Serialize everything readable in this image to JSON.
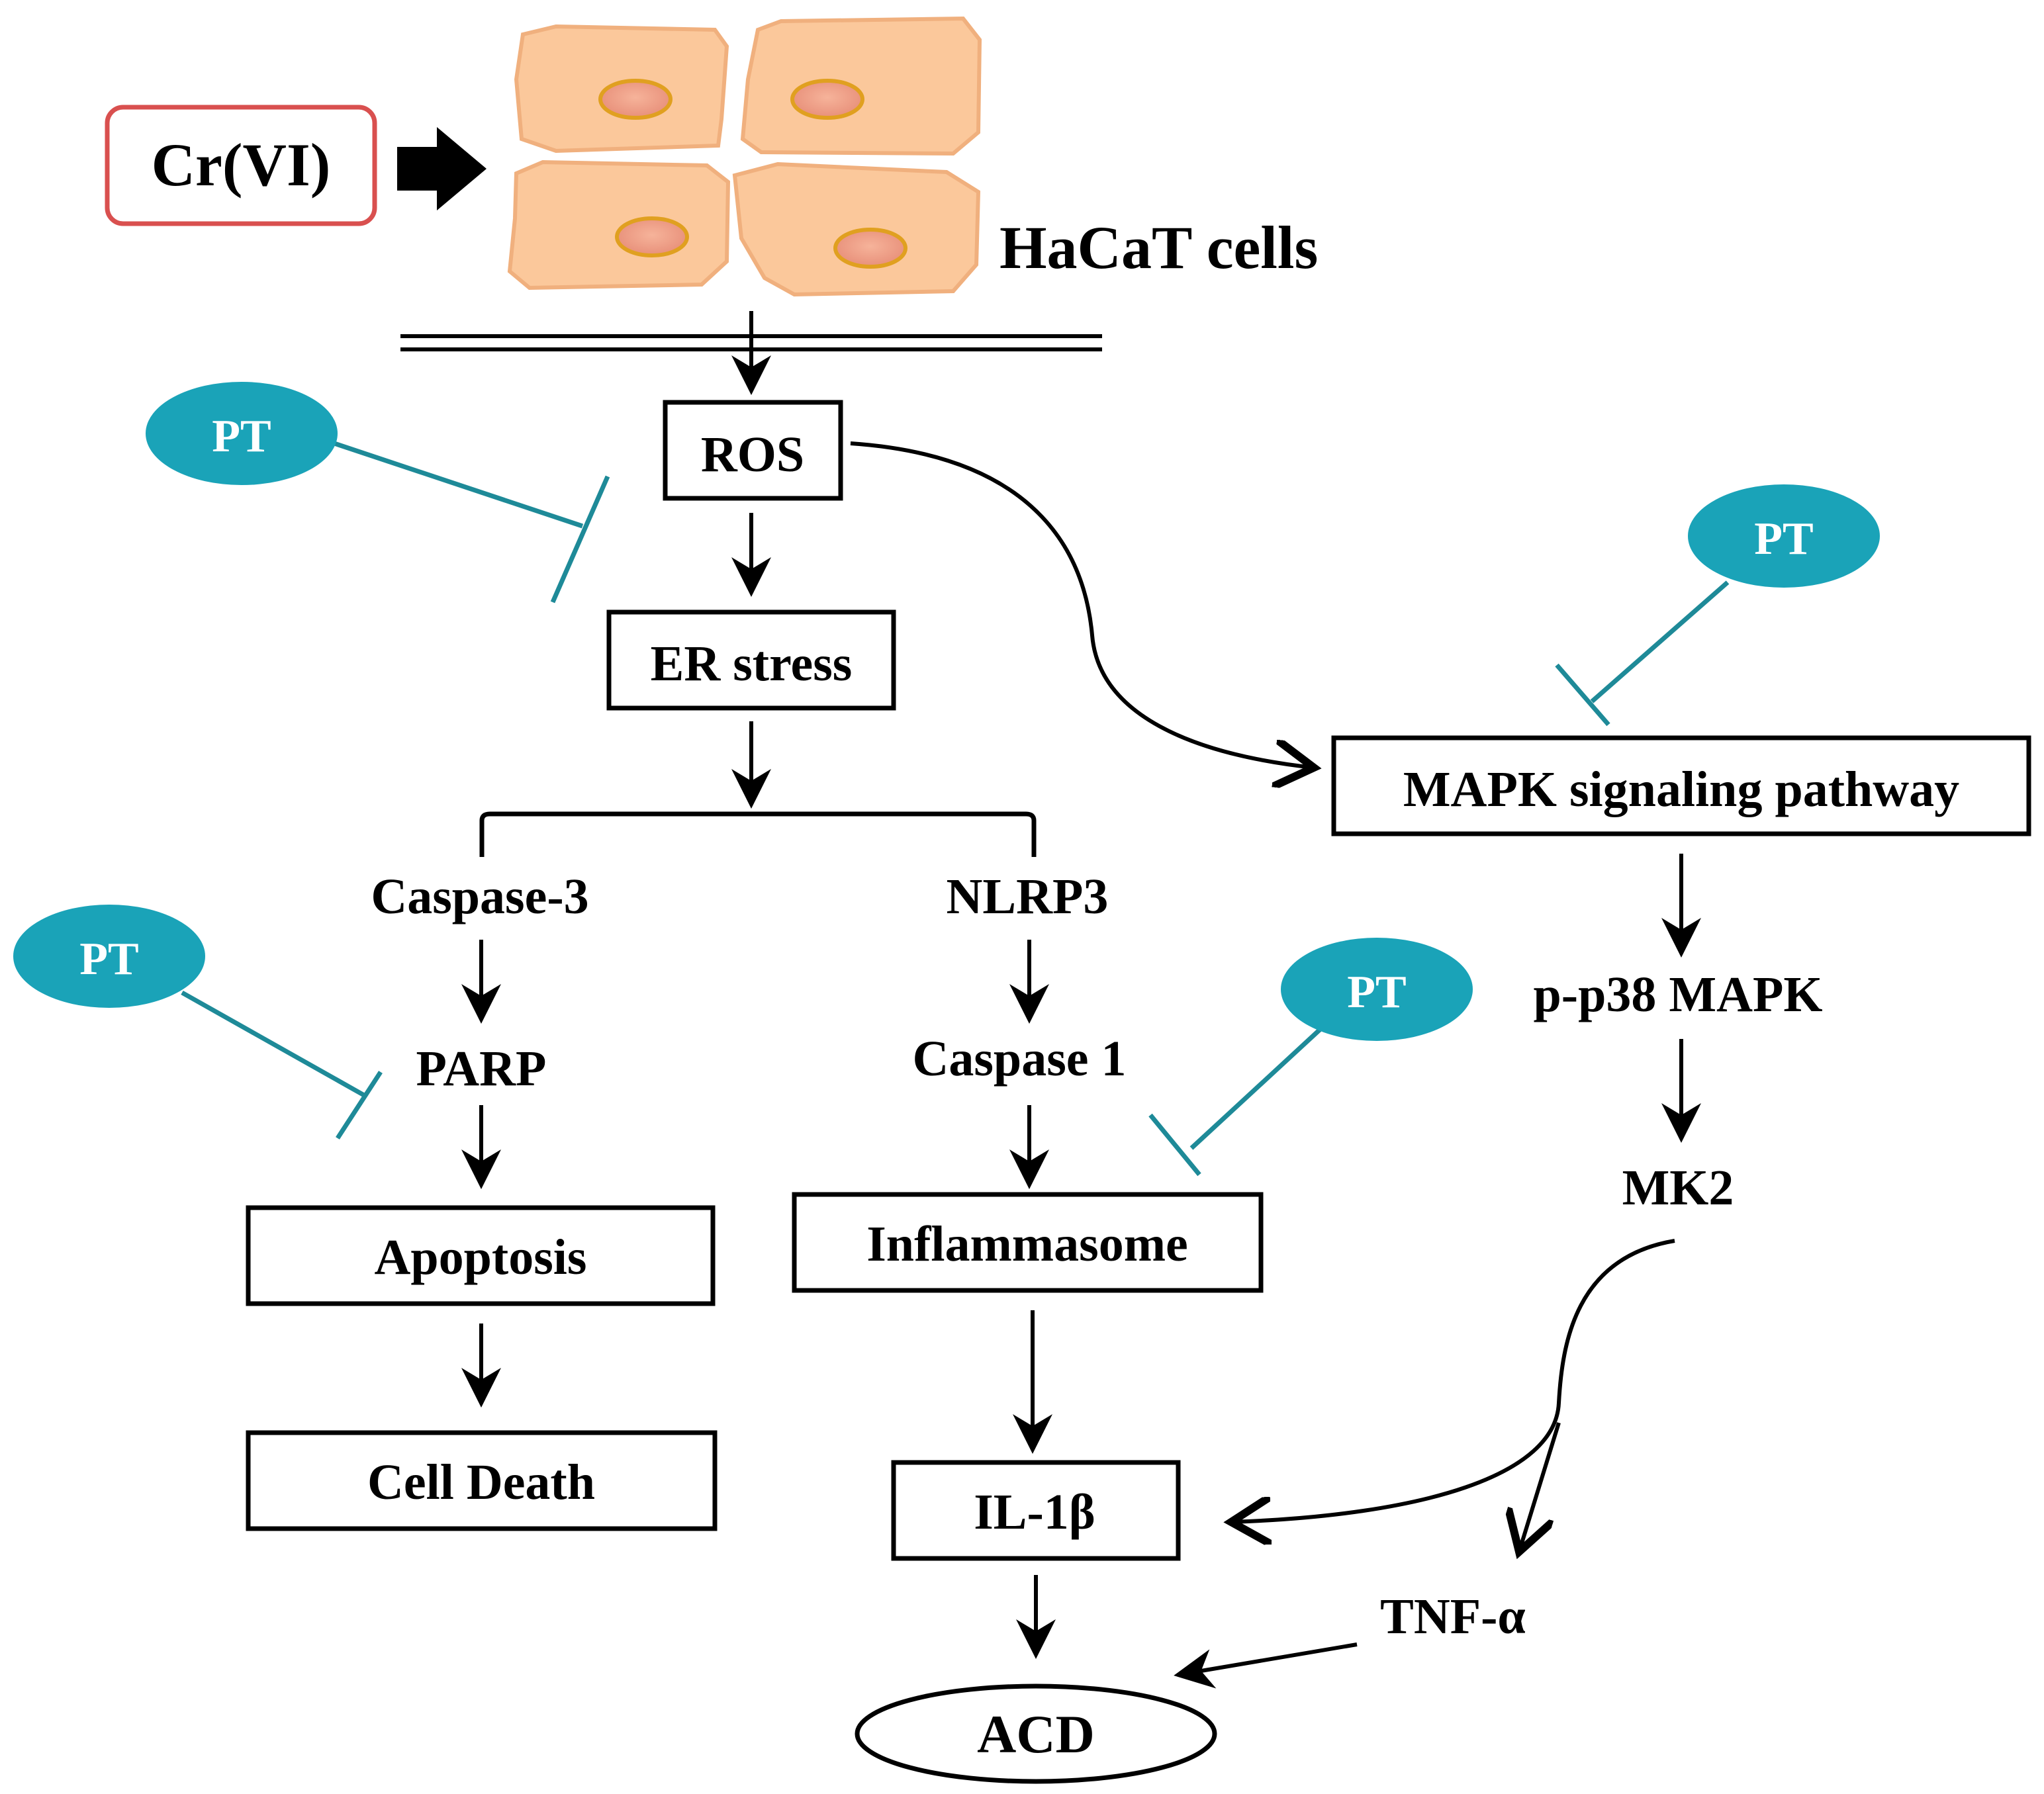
{
  "stimulus": {
    "label": "Cr(VI)"
  },
  "cells": {
    "label": "HaCaT cells"
  },
  "nodes": {
    "ros": "ROS",
    "er_stress": "ER stress",
    "mapk_pathway": "MAPK signaling pathway",
    "caspase3": "Caspase-3",
    "nlrp3": "NLRP3",
    "parp": "PARP",
    "caspase1": "Caspase 1",
    "apoptosis": "Apoptosis",
    "inflammasome": "Inflammasome",
    "cell_death": "Cell Death",
    "il1b": "IL-1β",
    "acd": "ACD",
    "pp38": "p-p38 MAPK",
    "mk2": "MK2",
    "tnfa": "TNF-α"
  },
  "inhibitor": {
    "label": "PT"
  },
  "colors": {
    "inhibitor": "#1aa3b8",
    "inhibitor_line": "#1e8a98",
    "cell_fill": "#fbc89b",
    "cell_edge": "#f0b07e",
    "nucleus_fill": "#f2a283",
    "nucleus_edge": "#e0a020",
    "stimulus_border": "#d9504f"
  }
}
